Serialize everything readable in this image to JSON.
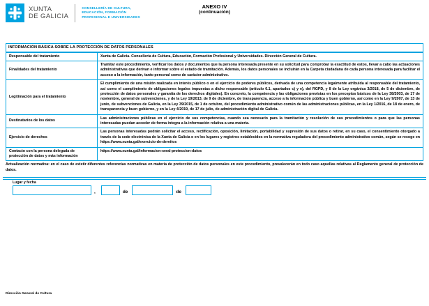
{
  "header": {
    "brand_line1": "XUNTA",
    "brand_line2": "DE GALICIA",
    "dept_line1": "CONSELLERÍA DE CULTURA,",
    "dept_line2": "EDUCACIÓN, FORMACIÓN",
    "dept_line3": "PROFESIONAL E UNIVERSIDADES",
    "annex_title": "ANEXO IV",
    "annex_subtitle": "(continuación)"
  },
  "privacy_table": {
    "title": "INFORMACIÓN BÁSICA SOBRE LA PROTECCIÓN DE DATOS PERSONALES",
    "rows": [
      {
        "label": "Responsable del tratamiento",
        "value": "Xunta de Galicia. Consellería de Cultura, Educación, Formación Profesional y Universidades. Dirección General de Cultura."
      },
      {
        "label": "Finalidades del tratamiento",
        "value": "Tramitar este procedimiento, verificar los datos y documentos que la persona interesada presente en su solicitud para comprobar la exactitud de estos, llevar a cabo las actuaciones administrativas que derivan e informar sobre el estado de tramitación. Además, los datos personales se incluirán en la Carpeta ciudadana de cada persona interesada para facilitar el acceso a la información, tanto personal como de carácter administrativo."
      },
      {
        "label": "Legitimación para el tratamiento",
        "value": "El cumplimiento de una misión realizada en interés público o en el ejercicio de poderes públicos, derivada de una competencia legalmente atribuida al responsable del tratamiento, así como el cumplimiento de obligaciones legales impuestas a dicho responsable (artículo 6.1, apartados c) y e), del RGPD, y 8 de la Ley orgánica 3/2018, de 5 de diciembre, de protección de datos personales y garantía de los derechos digitales). En concreto, la competencia y las obligaciones previstas en los preceptos básicos de la Ley 38/2003, de 17 de noviembre, general de subvenciones, y de la Ley 19/2013, de 9 de diciembre, de transparencia, acceso a la información pública y buen gobierno, así como en la Ley 9/2007, de 13 de junio, de subvenciones de Galicia, en la Ley 39/2015, de 1 de octubre, del procedimiento administrativo común de las administraciones públicas, en la Ley 1/2016, de 18 de enero, de transparencia y buen gobierno, y en la Ley 4/2019, de 17 de julio, de administración digital de Galicia."
      },
      {
        "label": "Destinatarios de los datos",
        "value": "Las administraciones públicas en el ejercicio de sus competencias, cuando sea necesario para la tramitación y resolución de sus procedimientos o para que las personas interesadas puedan acceder de forma íntegra a la información relativa a una materia."
      },
      {
        "label": "Ejercicio de derechos",
        "value": "Las personas interesadas podrán solicitar el acceso, rectificación, oposición, limitación, portabilidad y supresión de sus datos o retirar, en su caso, el consentimiento otorgado a través de la sede electrónica de la Xunta de Galicia o en los lugares y registros establecidos en la normativa reguladora del procedimiento administrativo común, según se recoge en https://www.xunta.gal/exercicio-de-dereitos"
      },
      {
        "label": "Contacto con la persona delegada de protección de datos y más información",
        "value": "https://www.xunta.gal/informacion-xeral-proteccion-datos"
      }
    ]
  },
  "note": "Actualización normativa: en el caso de existir diferentes referencias normativas en materia de protección de datos personales en este procedimiento, prevalecerán en todo caso aquellas relativas al Reglamento general de protección de datos.",
  "signature": {
    "label": "Lugar y fecha",
    "separator_comma": ",",
    "separator_de1": "de",
    "separator_de2": "de"
  },
  "footer": {
    "department": "Dirección General de Cultura"
  },
  "colors": {
    "accent": "#00a3e0",
    "text": "#000000"
  }
}
